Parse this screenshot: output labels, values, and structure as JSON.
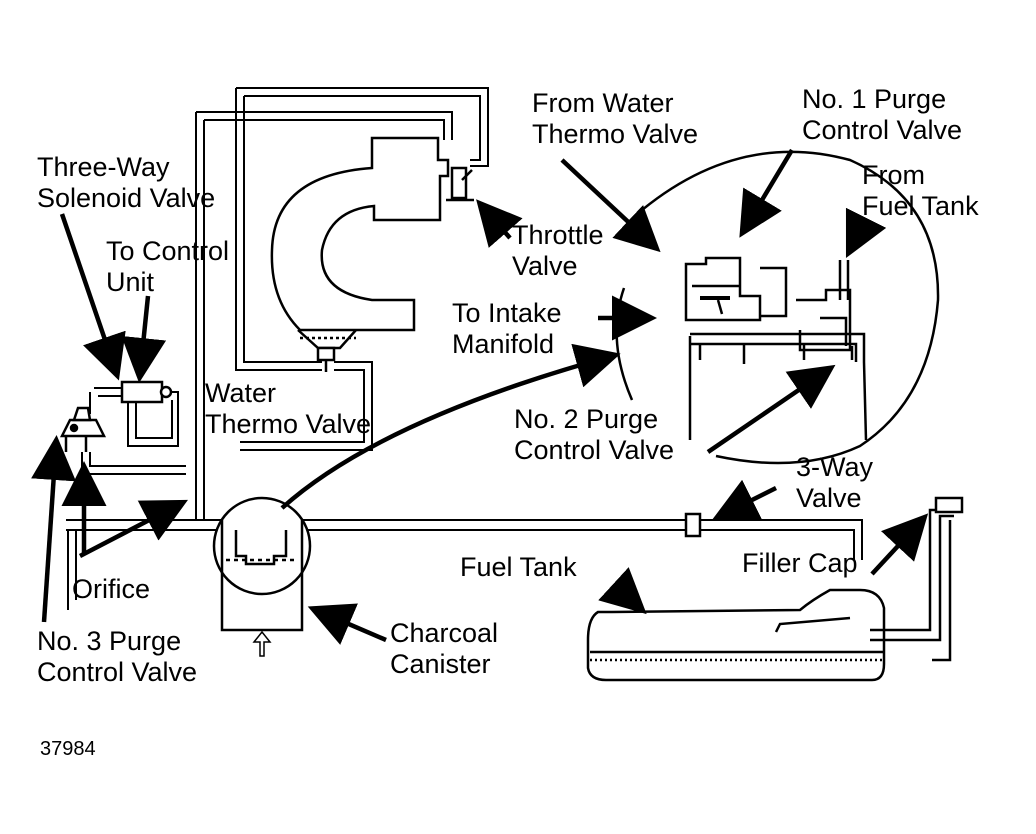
{
  "labels": {
    "three_way_solenoid": [
      "Three-Way",
      "Solenoid Valve"
    ],
    "to_control_unit": [
      "To Control",
      "Unit"
    ],
    "water_thermo_valve": [
      "Water",
      "Thermo Valve"
    ],
    "throttle_valve": [
      "Throttle",
      "Valve"
    ],
    "to_intake_manifold": [
      "To Intake",
      "Manifold"
    ],
    "from_water_thermo": [
      "From Water",
      "Thermo Valve"
    ],
    "no1_purge": [
      "No. 1 Purge",
      "Control Valve"
    ],
    "from_fuel_tank": [
      "From",
      "Fuel Tank"
    ],
    "no2_purge": [
      "No. 2 Purge",
      "Control Valve"
    ],
    "three_way_valve": [
      "3-Way",
      "Valve"
    ],
    "fuel_tank": [
      "Fuel Tank"
    ],
    "filler_cap": [
      "Filler Cap"
    ],
    "orifice": [
      "Orifice"
    ],
    "no3_purge": [
      "No. 3 Purge",
      "Control Valve"
    ],
    "charcoal_canister": [
      "Charcoal",
      "Canister"
    ]
  },
  "figure_number": "37984",
  "colors": {
    "ink": "#000000",
    "paper": "#ffffff"
  }
}
